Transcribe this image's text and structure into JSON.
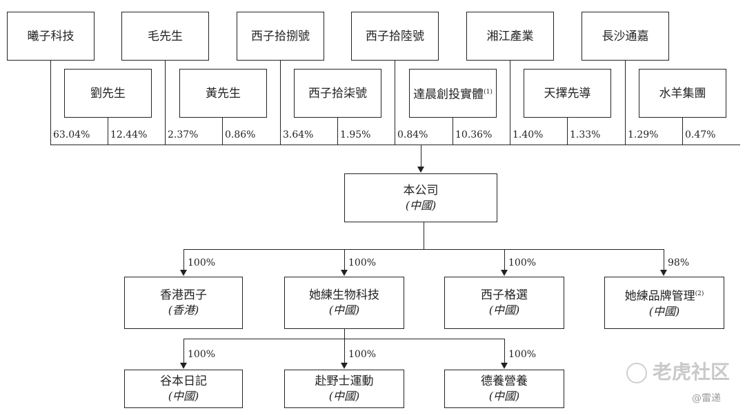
{
  "shareholders": {
    "top_row": [
      "曦子科技",
      "毛先生",
      "西子拾捌號",
      "西子拾陸號",
      "湘江產業",
      "長沙通嘉"
    ],
    "second_row": [
      "劉先生",
      "黃先生",
      "西子拾柒號",
      "達晨創投實體",
      "天擇先導",
      "水羊集團"
    ],
    "second_row_notes": [
      "",
      "",
      "",
      "(1)",
      "",
      ""
    ],
    "percentages": [
      "63.04%",
      "12.44%",
      "2.37%",
      "0.86%",
      "3.64%",
      "1.95%",
      "0.84%",
      "10.36%",
      "1.40%",
      "1.33%",
      "1.29%",
      "0.47%"
    ]
  },
  "company": {
    "name": "本公司",
    "sub": "(中國)"
  },
  "subsidiaries": [
    {
      "name": "香港西子",
      "sub": "(香港)",
      "pct": "100%",
      "note": ""
    },
    {
      "name": "她練生物科技",
      "sub": "(中國)",
      "pct": "100%",
      "note": ""
    },
    {
      "name": "西子格選",
      "sub": "(中國)",
      "pct": "100%",
      "note": ""
    },
    {
      "name": "她練品牌管理",
      "sub": "(中國)",
      "pct": "98%",
      "note": "(2)"
    }
  ],
  "sub_subsidiaries": [
    {
      "name": "谷本日記",
      "sub": "(中國)",
      "pct": "100%"
    },
    {
      "name": "赴野士運動",
      "sub": "(中國)",
      "pct": "100%"
    },
    {
      "name": "德養營養",
      "sub": "(中國)",
      "pct": "100%"
    }
  ],
  "watermark": {
    "text": "老虎社区",
    "credit": "@雷递"
  }
}
